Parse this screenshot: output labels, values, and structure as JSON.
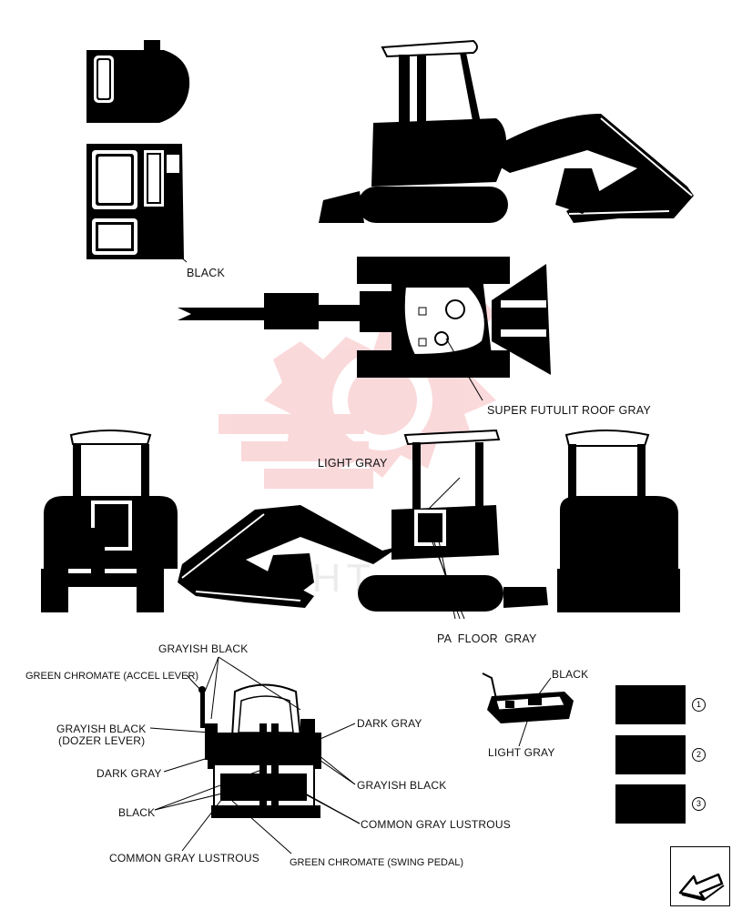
{
  "labels": {
    "black_cab": "BLACK",
    "super_futulit": "SUPER FUTULIT ROOF GRAY",
    "light_gray_cab": "LIGHT GRAY",
    "pa_floor": "PA  FLOOR  GRAY",
    "grayish_black_top": "GRAYISH BLACK",
    "green_chromate_accel": "GREEN CHROMATE (ACCEL LEVER)",
    "grayish_black_dozer_1": "GRAYISH BLACK",
    "grayish_black_dozer_2": "(DOZER LEVER)",
    "dark_gray_right": "DARK GRAY",
    "dark_gray_left": "DARK GRAY",
    "grayish_black_right": "GRAYISH BLACK",
    "black_left": "BLACK",
    "common_gray_right": "COMMON GRAY LUSTROUS",
    "common_gray_bottom": "COMMON GRAY LUSTROUS",
    "green_chromate_swing": "GREEN CHROMATE (SWING PEDAL)",
    "black_tank": "BLACK",
    "light_gray_tank": "LIGHT GRAY"
  },
  "swatches": [
    {
      "number": "1",
      "color": "#000000"
    },
    {
      "number": "2",
      "color": "#000000"
    },
    {
      "number": "3",
      "color": "#000000"
    }
  ],
  "colors": {
    "ink": "#000000",
    "watermark": "#e8323c"
  },
  "icons": {
    "nav": "arrow-left-down-icon",
    "watermark": "gear-logo-icon"
  }
}
